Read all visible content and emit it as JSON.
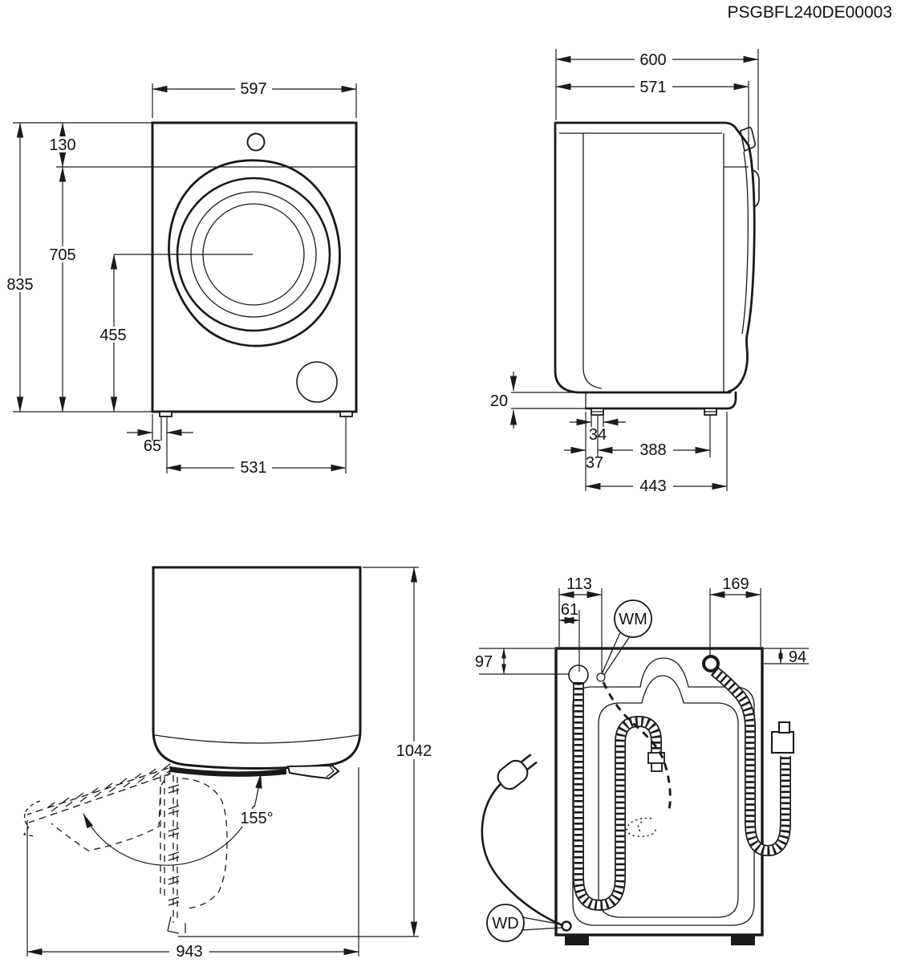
{
  "title": "PSGBFL240DE00003",
  "front_view": {
    "width": "597",
    "panel_height": "130",
    "body_height": "705",
    "total_height": "835",
    "door_axis_height": "455",
    "foot_side_offset": "65",
    "foot_spacing": "531"
  },
  "side_view": {
    "depth_total": "600",
    "depth_body": "571",
    "plinth_height": "20",
    "foot_width": "34",
    "foot_spacing": "388",
    "foot_back_offset": "37",
    "base_depth": "443"
  },
  "door_open_view": {
    "opening_angle": "155°",
    "depth_door_open": "1042",
    "width_door_open": "943"
  },
  "rear_view": {
    "drain_hose_x": "113",
    "power_cord_x": "61",
    "inlet_hose_x": "169",
    "drain_hose_y": "97",
    "inlet_hose_y": "94",
    "water_mains_label": "WM",
    "water_drain_label": "WD"
  }
}
